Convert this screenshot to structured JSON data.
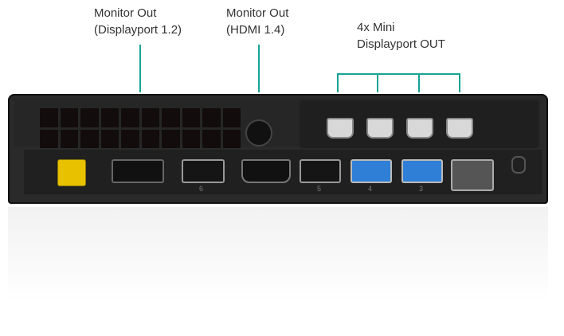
{
  "labels": {
    "dp": {
      "line1": "Monitor Out",
      "line2": "(Displayport 1.2)"
    },
    "hdmi": {
      "line1": "Monitor Out",
      "line2": "(HDMI 1.4)"
    },
    "mdp": {
      "line1": "4x Mini",
      "line2": "Displayport OUT"
    }
  },
  "ports": {
    "usb_6": "6",
    "usb_5": "5",
    "usb_4": "4",
    "usb_3": "3"
  },
  "colors": {
    "callout_line": "#17a393",
    "power_port": "#e8c200",
    "usb3": "#2f7fd6"
  }
}
